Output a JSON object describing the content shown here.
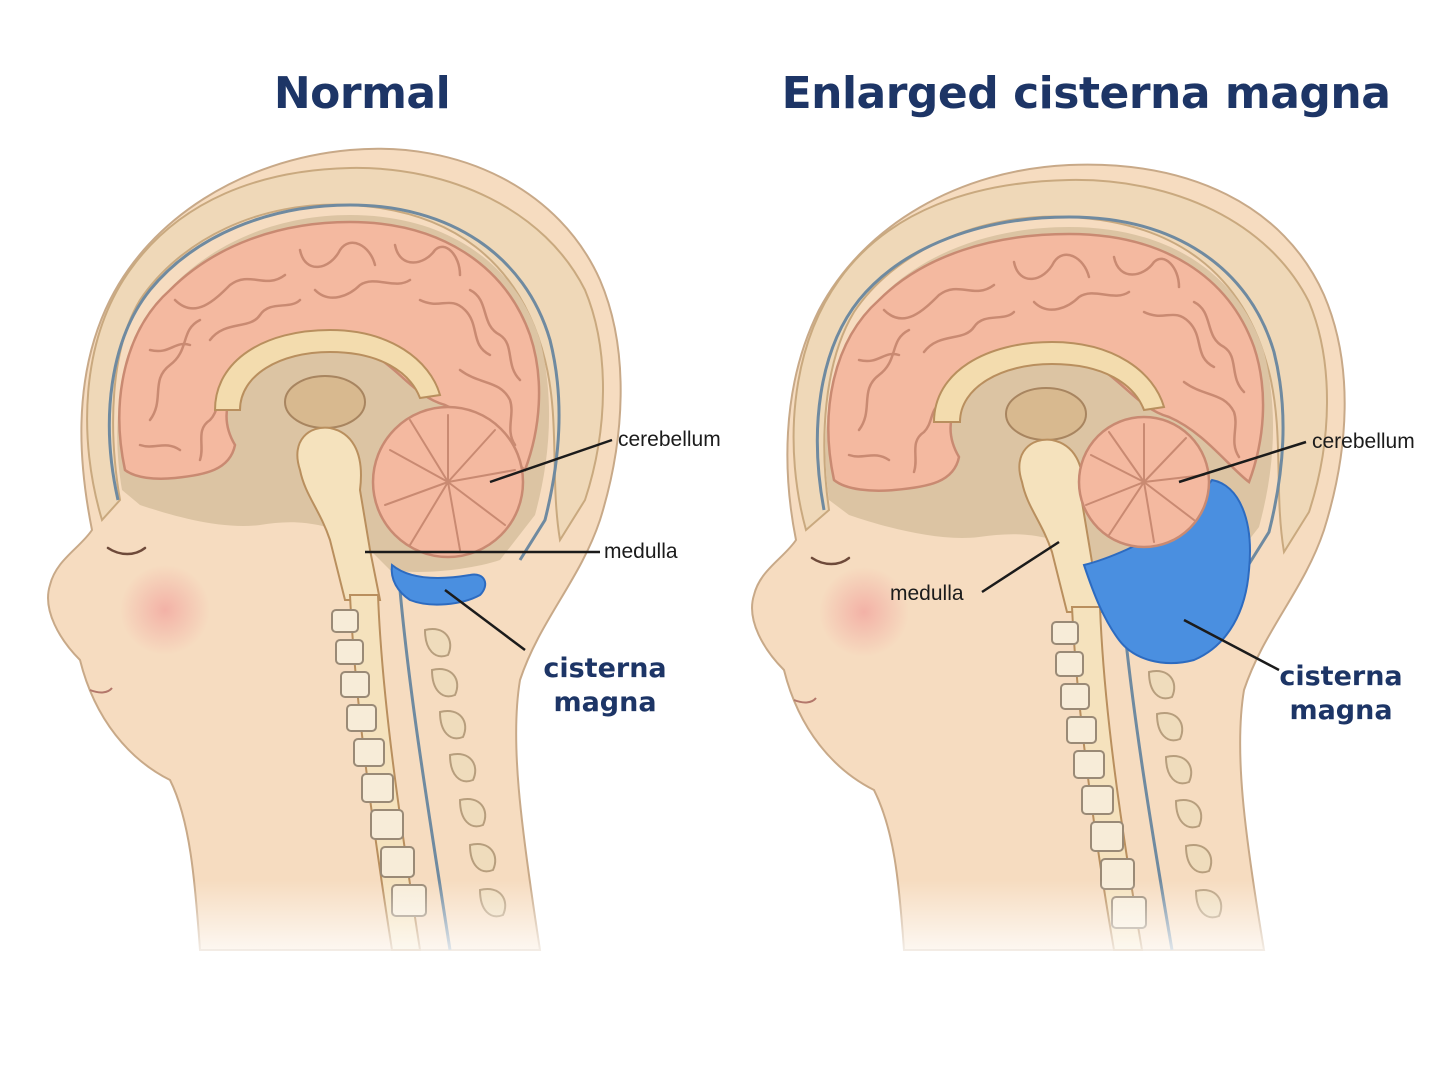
{
  "panels": [
    {
      "title": "Normal",
      "labels": {
        "cerebellum": "cerebellum",
        "medulla": "medulla",
        "cisterna_line1": "cisterna",
        "cisterna_line2": "magna"
      }
    },
    {
      "title": "Enlarged cisterna magna",
      "labels": {
        "cerebellum": "cerebellum",
        "medulla": "medulla",
        "cisterna_line1": "cisterna",
        "cisterna_line2": "magna"
      }
    }
  ],
  "colors": {
    "title": "#1d3566",
    "skin": "#f6dcc0",
    "skull": "#f3e0c4",
    "brain": "#f4b9a0",
    "csf_blue": "#4a8fe0",
    "leader_line": "#1b1b1b"
  }
}
